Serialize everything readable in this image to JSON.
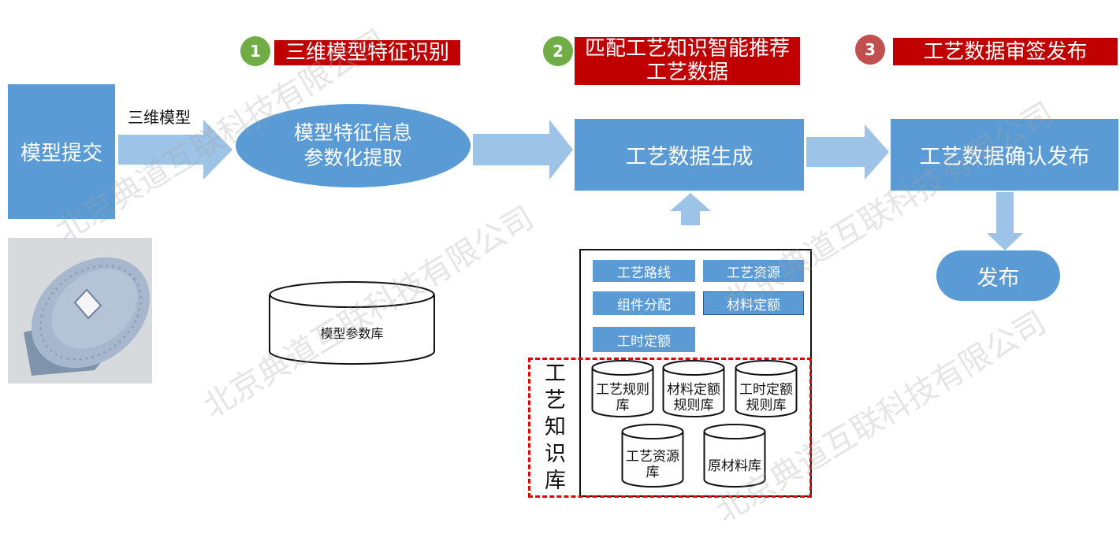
{
  "steps": [
    {
      "num": "1",
      "label": "三维模型特征识别",
      "color": "#70ad47"
    },
    {
      "num": "2",
      "label": "匹配工艺知识智能推荐工艺数据",
      "color": "#70ad47"
    },
    {
      "num": "3",
      "label": "工艺数据审签发布",
      "color": "#c0504d"
    }
  ],
  "flow": {
    "submit": "模型提交",
    "arrow_label": "三维模型",
    "extract": "模型特征信息参数化提取",
    "generate": "工艺数据生成",
    "confirm": "工艺数据确认发布",
    "publish": "发布"
  },
  "model_db": "模型参数库",
  "knowledge": {
    "buttons": [
      "工艺路线",
      "工艺资源",
      "组件分配",
      "材料定额",
      "工时定额"
    ],
    "title": "工艺知识库",
    "dbs": [
      "工艺规则库",
      "材料定额规则库",
      "工时定额规则库",
      "工艺资源库",
      "原材料库"
    ]
  },
  "watermark": "北京典道互联科技有限公司",
  "colors": {
    "box": "#5b9bd5",
    "arrow": "#9dc3e6",
    "red": "#c00000",
    "green": "#70ad47"
  }
}
